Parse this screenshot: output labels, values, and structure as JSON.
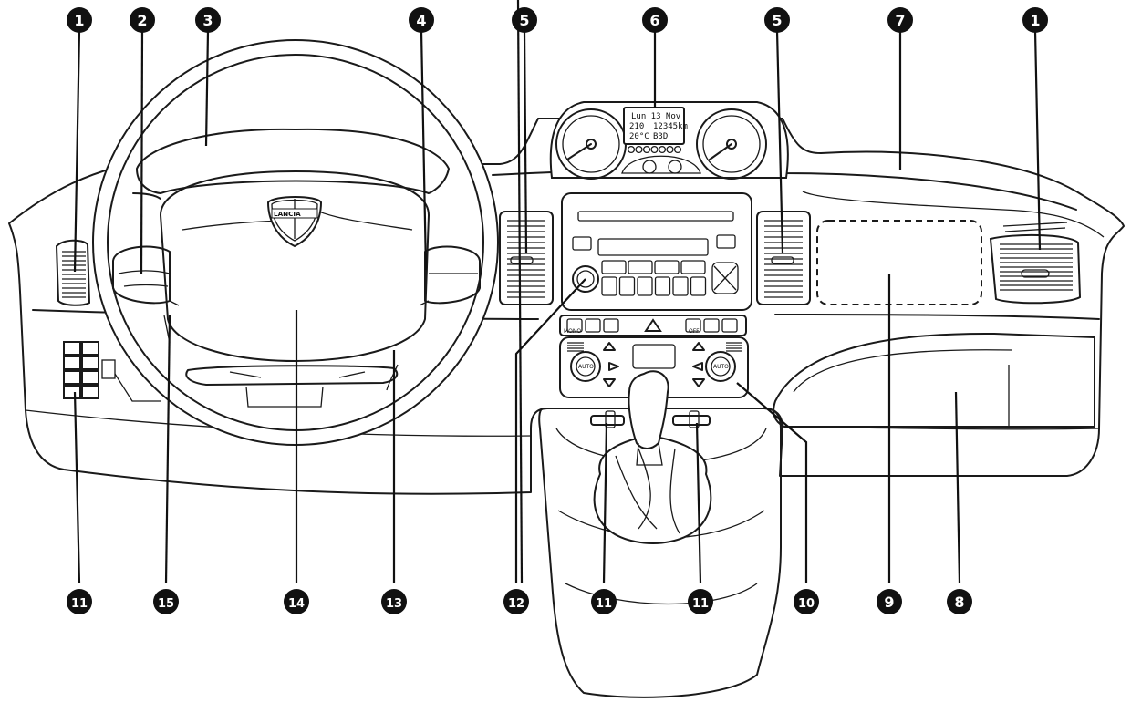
{
  "callouts": [
    {
      "id": "c1-left",
      "number": "1"
    },
    {
      "id": "c2",
      "number": "2"
    },
    {
      "id": "c3",
      "number": "3"
    },
    {
      "id": "c4",
      "number": "4"
    },
    {
      "id": "c5-left",
      "number": "5"
    },
    {
      "id": "c6",
      "number": "6"
    },
    {
      "id": "c5-right",
      "number": "5"
    },
    {
      "id": "c7",
      "number": "7"
    },
    {
      "id": "c1-right",
      "number": "1"
    },
    {
      "id": "c11-left",
      "number": "11"
    },
    {
      "id": "c15",
      "number": "15"
    },
    {
      "id": "c14",
      "number": "14"
    },
    {
      "id": "c13",
      "number": "13"
    },
    {
      "id": "c12",
      "number": "12"
    },
    {
      "id": "c11-mid-left",
      "number": "11"
    },
    {
      "id": "c11-mid-right",
      "number": "11"
    },
    {
      "id": "c10",
      "number": "10"
    },
    {
      "id": "c9",
      "number": "9"
    },
    {
      "id": "c8",
      "number": "8"
    }
  ],
  "display": {
    "line1": "Lun 13 Nov",
    "line2a": "210",
    "line2b": "12345km",
    "line3a": "20°C",
    "line3b": "B3D"
  },
  "logo_text": "LANCIA",
  "climate": {
    "auto_left": "AUTO",
    "auto_right": "AUTO",
    "mode": "MONO",
    "off": "OFF"
  }
}
